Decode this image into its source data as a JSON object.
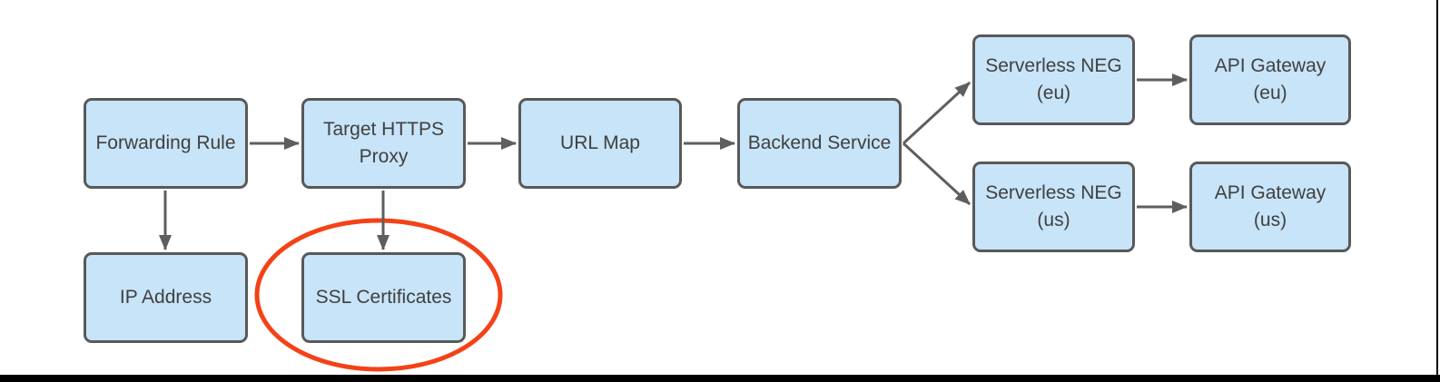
{
  "diagram": {
    "nodes": {
      "forwarding_rule": {
        "label": "Forwarding Rule"
      },
      "target_https_proxy": {
        "label": "Target HTTPS\nProxy"
      },
      "url_map": {
        "label": "URL Map"
      },
      "backend_service": {
        "label": "Backend Service"
      },
      "serverless_neg_eu": {
        "label": "Serverless NEG\n(eu)"
      },
      "api_gateway_eu": {
        "label": "API Gateway\n(eu)"
      },
      "serverless_neg_us": {
        "label": "Serverless NEG\n(us)"
      },
      "api_gateway_us": {
        "label": "API Gateway\n(us)"
      },
      "ip_address": {
        "label": "IP Address"
      },
      "ssl_certificates": {
        "label": "SSL Certificates"
      }
    },
    "edges": [
      {
        "from": "forwarding_rule",
        "to": "target_https_proxy"
      },
      {
        "from": "target_https_proxy",
        "to": "url_map"
      },
      {
        "from": "url_map",
        "to": "backend_service"
      },
      {
        "from": "backend_service",
        "to": "serverless_neg_eu"
      },
      {
        "from": "backend_service",
        "to": "serverless_neg_us"
      },
      {
        "from": "serverless_neg_eu",
        "to": "api_gateway_eu"
      },
      {
        "from": "serverless_neg_us",
        "to": "api_gateway_us"
      },
      {
        "from": "forwarding_rule",
        "to": "ip_address"
      },
      {
        "from": "target_https_proxy",
        "to": "ssl_certificates"
      }
    ],
    "annotations": [
      {
        "type": "ellipse-highlight",
        "around": "ssl_certificates"
      }
    ],
    "colors": {
      "node_fill": "#C8E4F8",
      "node_border": "#595959",
      "node_text": "#404040",
      "arrow": "#5E5E5E",
      "highlight": "#F44218",
      "frame": "#000000",
      "background": "#FFFFFF"
    }
  }
}
